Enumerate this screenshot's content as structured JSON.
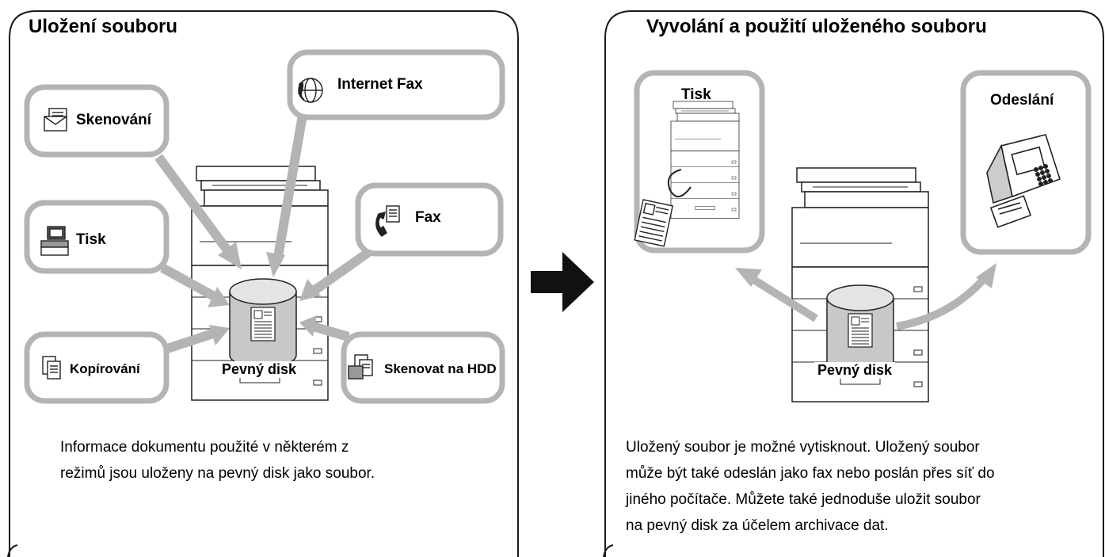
{
  "left_panel": {
    "title": "Uložení souboru",
    "modes": {
      "scan": "Skenování",
      "internet_fax": "Internet Fax",
      "print": "Tisk",
      "fax": "Fax",
      "copy": "Kopírování",
      "scan_to_hdd": "Skenovat na HDD"
    },
    "disk_label": "Pevný disk",
    "description": [
      "Informace dokumentu použité v některém z",
      "režimů jsou uloženy na pevný disk jako soubor."
    ]
  },
  "right_panel": {
    "title": "Vyvolání a použití uloženého souboru",
    "print_label": "Tisk",
    "send_label": "Odeslání",
    "disk_label": "Pevný disk",
    "description": [
      "Uložený soubor je možné vytisknout. Uložený soubor",
      "může být také odeslán jako fax nebo poslán přes síť do",
      "jiného počítače. Můžete také jednoduše uložit soubor",
      "na pevný disk za účelem archivace dat."
    ]
  },
  "icons": [
    "scan-envelope-icon",
    "internet-fax-globe-icon",
    "print-computer-icon",
    "fax-phone-icon",
    "copy-documents-icon",
    "scan-to-hdd-icon",
    "hard-disk-icon",
    "flow-arrow-icon",
    "multifunction-printer-icon",
    "fax-machine-icon",
    "printed-document-icon"
  ],
  "colors": {
    "box_border": "#b4b4b4",
    "arrow": "#b4b4b4",
    "panel_border": "#1a1a1a",
    "flow_arrow": "#000000"
  }
}
